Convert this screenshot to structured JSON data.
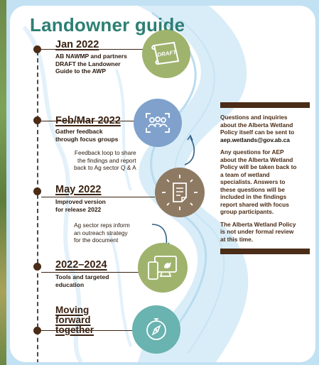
{
  "title": "Landowner guide",
  "milestones": [
    {
      "heading": "Jan 2022",
      "lines": [
        "AB NAWMP and partners",
        "DRAFT the Landowner",
        "Guide to the AWP"
      ],
      "icon": "draft-scroll-icon",
      "icon_text": "DRAFT",
      "circle_color": "#9fb36d"
    },
    {
      "heading": "Feb/Mar 2022",
      "lines": [
        "Gather feedback",
        "through focus groups"
      ],
      "icon": "focus-group-icon",
      "circle_color": "#7fa1cc"
    },
    {
      "heading": "May 2022",
      "lines": [
        "Improved version",
        "for release 2022"
      ],
      "icon": "document-edit-icon",
      "circle_color": "#8e7a62"
    },
    {
      "heading": "2022–2024",
      "lines": [
        "Tools and targeted",
        "education"
      ],
      "icon": "devices-icon",
      "circle_color": "#9fb36d"
    },
    {
      "heading_lines": [
        "Moving",
        "forward",
        "together"
      ],
      "icon": "compass-icon",
      "circle_color": "#69b3b0"
    }
  ],
  "feedback_notes": [
    [
      "Feedback loop to share",
      "the findings and report",
      "back to Ag sector Q & A"
    ],
    [
      "Ag sector reps inform",
      "an outreach strategy",
      "for the document"
    ]
  ],
  "sidebar": {
    "paragraphs": [
      {
        "lines": [
          "Questions and inquiries",
          "about the Alberta Wetland",
          "Policy itself can be sent to"
        ],
        "email": "aep.wetlands@gov.ab.ca"
      },
      {
        "lines": [
          "Any questions for AEP",
          "about the Alberta Wetland",
          "Policy will be taken back to",
          "a team of wetland",
          "specialists. Answers to",
          "these questions will be",
          "included in the findings",
          "report shared with focus",
          "group participants."
        ]
      },
      {
        "lines": [
          "The Alberta Wetland Policy",
          "is not under formal review",
          "at this time."
        ]
      }
    ]
  },
  "colors": {
    "title": "#2d7f74",
    "dark_brown": "#4a2c17",
    "frame_blue": "#c2e1f3",
    "river_blue": "#d9edf8"
  }
}
